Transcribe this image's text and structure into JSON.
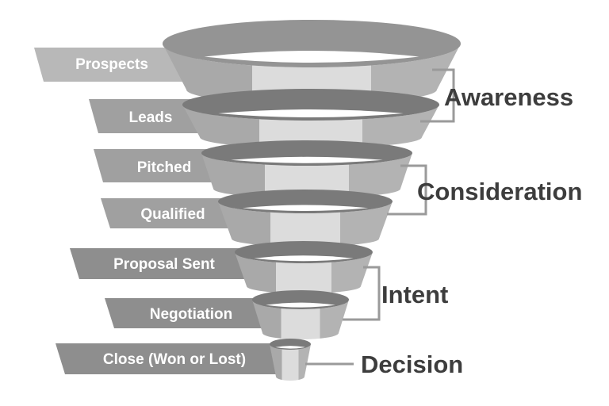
{
  "title": "Sales funnel",
  "funnel_levels": [
    {
      "label": "Prospects"
    },
    {
      "label": "Leads"
    },
    {
      "label": "Pitched"
    },
    {
      "label": "Qualified"
    },
    {
      "label": "Proposal Sent"
    },
    {
      "label": "Negotiation"
    },
    {
      "label": "Close (Won or Lost)"
    }
  ],
  "stages": [
    {
      "label": "Awareness"
    },
    {
      "label": "Consideration"
    },
    {
      "label": "Intent"
    },
    {
      "label": "Decision"
    }
  ],
  "colors": {
    "band": "#a0a0a0",
    "band_top": "#b8b8b8",
    "face_light": "#dcdcdc",
    "rim": "#7a7a7a",
    "stage_text": "#3d3d3d",
    "bracket": "#9a9a9a"
  }
}
